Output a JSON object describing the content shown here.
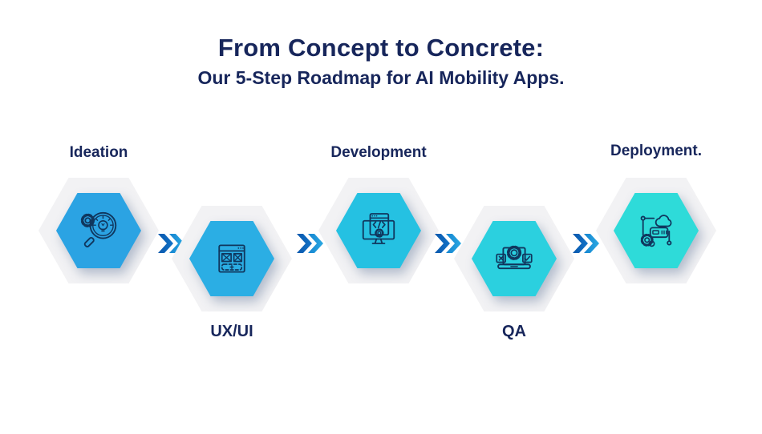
{
  "header": {
    "title": "From Concept to Concrete:",
    "subtitle": "Our 5-Step Roadmap for AI Mobility Apps."
  },
  "colors": {
    "heading": "#17265B",
    "icon_stroke": "#10375E",
    "outer_hex": "#F2F2F4",
    "arrow_dark_start": "#0A57AC",
    "arrow_dark_end": "#1173C8",
    "arrow_light_start": "#1583D0",
    "arrow_light_end": "#2BA9E2"
  },
  "separator_icon": "double-chevron-right-icon",
  "steps": [
    {
      "label": "Ideation",
      "label_position": "top",
      "icon": "magnifier-lightbulb-gear-icon",
      "hex_color": "#2BA3E3"
    },
    {
      "label": "UX/UI",
      "label_position": "bottom",
      "icon": "wireframe-browser-icon",
      "hex_color": "#2BAEE4"
    },
    {
      "label": "Development",
      "label_position": "top",
      "icon": "code-window-monitor-icon",
      "hex_color": "#25C1E2"
    },
    {
      "label": "QA",
      "label_position": "bottom",
      "icon": "laptop-gear-test-icon",
      "hex_color": "#2BD0DF"
    },
    {
      "label": "Deployment.",
      "label_position": "top",
      "icon": "server-cloud-gear-icon",
      "hex_color": "#2EDBD9"
    }
  ]
}
